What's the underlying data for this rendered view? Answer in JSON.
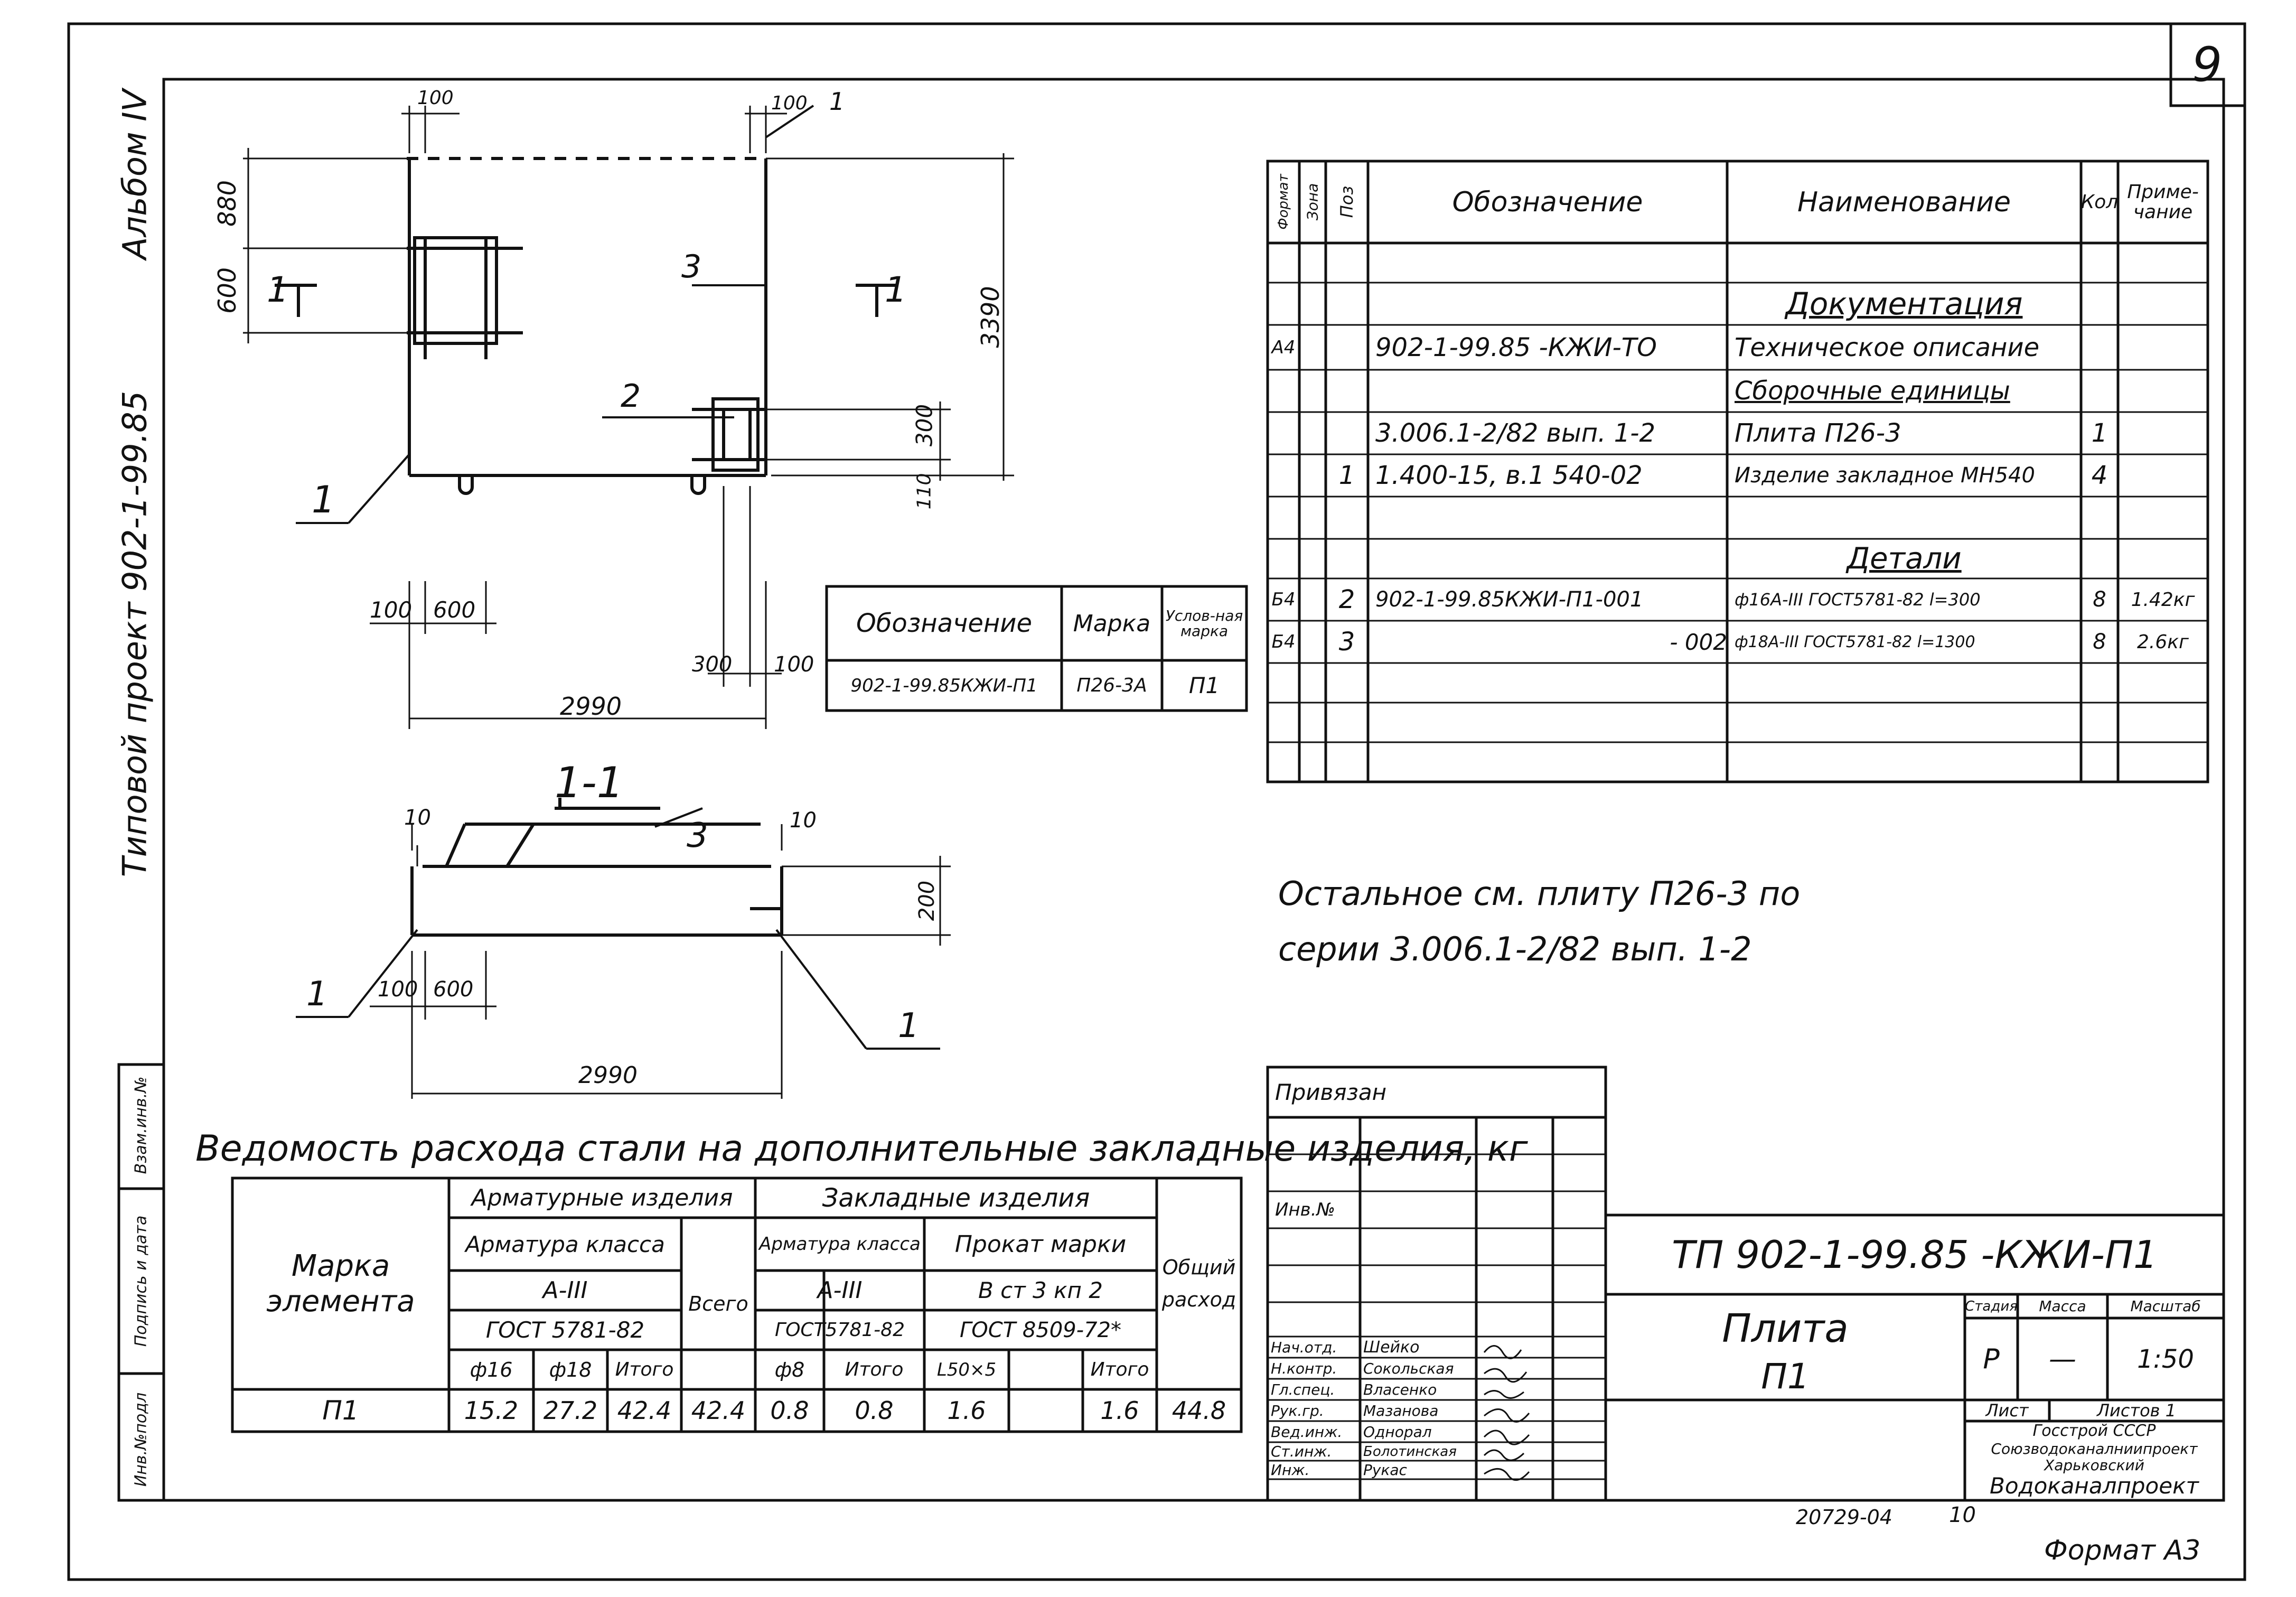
{
  "sheet_number": "9",
  "format": "Формат А3",
  "side_album": "Альбом IV",
  "side_project": "Типовой проект 902-1-99.85",
  "side_stamps": [
    "Инв.№подл",
    "Подпись и дата",
    "Взам.инв.№"
  ],
  "plan": {
    "dims": [
      "100",
      "100",
      "880",
      "600",
      "3390",
      "300",
      "110",
      "100",
      "600",
      "300",
      "100",
      "2990"
    ],
    "leaders": [
      "1",
      "1",
      "2",
      "3"
    ],
    "section_marks": [
      "1",
      "1"
    ]
  },
  "section": {
    "title": "1-1",
    "dims": [
      "10",
      "10",
      "200",
      "100",
      "600",
      "2990"
    ],
    "leaders": [
      "3",
      "1",
      "1"
    ]
  },
  "mark_table": {
    "headers": [
      "Обозначение",
      "Марка",
      "Услов-ная марка"
    ],
    "rows": [
      [
        "902-1-99.85КЖИ-П1",
        "П26-3А",
        "П1"
      ]
    ]
  },
  "spec": {
    "headers": [
      "Формат",
      "Зона",
      "Поз",
      "Обозначение",
      "Наименование",
      "Кол",
      "Приме-чание"
    ],
    "rows": [
      [
        "",
        "",
        "",
        "",
        "Документация",
        "",
        ""
      ],
      [
        "А4",
        "",
        "",
        "902-1-99.85 -КЖИ-ТО",
        "Техническое описание",
        "",
        ""
      ],
      [
        "",
        "",
        "",
        "",
        "Сборочные единицы",
        "",
        ""
      ],
      [
        "",
        "",
        "",
        "3.006.1-2/82 вып. 1-2",
        "Плита П26-3",
        "1",
        ""
      ],
      [
        "",
        "",
        "1",
        "1.400-15, в.1 540-02",
        "Изделие закладное МН540",
        "4",
        ""
      ],
      [
        "",
        "",
        "",
        "",
        "",
        "",
        ""
      ],
      [
        "",
        "",
        "",
        "",
        "Детали",
        "",
        ""
      ],
      [
        "Б4",
        "",
        "2",
        "902-1-99.85КЖИ-П1-001",
        "ф16А-III ГОСТ5781-82 l=300",
        "8",
        "1.42кг"
      ],
      [
        "Б4",
        "",
        "3",
        "- 002",
        "ф18А-III ГОСТ5781-82 l=1300",
        "8",
        "2.6кг"
      ],
      [
        "",
        "",
        "",
        "",
        "",
        "",
        ""
      ],
      [
        "",
        "",
        "",
        "",
        "",
        "",
        ""
      ]
    ]
  },
  "note": [
    "Остальное см. плиту П26-3 по",
    "серии 3.006.1-2/82 вып. 1-2"
  ],
  "steel": {
    "title": "Ведомость расхода стали на дополнительные закладные изделия, кг",
    "h_mark": "Марка элемента",
    "h_rebar_products": "Арматурные изделия",
    "h_rebar_class": "Арматура класса",
    "h_a3": "А-III",
    "h_gost1": "ГОСТ 5781-82",
    "h_total": "Всего",
    "h_embedded": "Закладные изделия",
    "h_rebar_class2": "Арматура класса",
    "h_a3b": "А-III",
    "h_gost2": "ГОСТ5781-82",
    "h_rolled": "Прокат марки",
    "h_steel": "В ст 3 кп 2",
    "h_gost3": "ГОСТ 8509-72*",
    "h_overall": "Общий расход",
    "h_subs": [
      "ф16",
      "ф18",
      "Итого",
      "ф8",
      "Итого",
      "L50×5",
      "",
      "Итого"
    ],
    "row": [
      "П1",
      "15.2",
      "27.2",
      "42.4",
      "42.4",
      "0.8",
      "0.8",
      "1.6",
      "",
      "1.6",
      "44.8"
    ]
  },
  "privyazan": {
    "title": "Привязан",
    "inv": "Инв.№"
  },
  "title_block": {
    "code": "ТП 902-1-99.85 -КЖИ-П1",
    "name1": "Плита",
    "name2": "П1",
    "stage_h": "Стадия",
    "mass_h": "Масса",
    "scale_h": "Масштаб",
    "stage": "Р",
    "mass": "—",
    "scale": "1:50",
    "sheet": "Лист",
    "sheets": "Листов 1",
    "org1": "Госстрой СССР",
    "org2": "Союзводоканалниипроект",
    "org3": "Харьковский",
    "org4": "Водоканалпроект",
    "roles": [
      [
        "Нач.отд.",
        "Шейко"
      ],
      [
        "Н.контр.",
        "Сокольская"
      ],
      [
        "Гл.спец.",
        "Власенко"
      ],
      [
        "Рук.гр.",
        "Мазанова"
      ],
      [
        "Вед.инж.",
        "Однорал"
      ],
      [
        "Ст.инж.",
        "Болотинская"
      ],
      [
        "Инж.",
        "Рукас"
      ]
    ]
  },
  "bottom_codes": [
    "20729-04",
    "10"
  ]
}
